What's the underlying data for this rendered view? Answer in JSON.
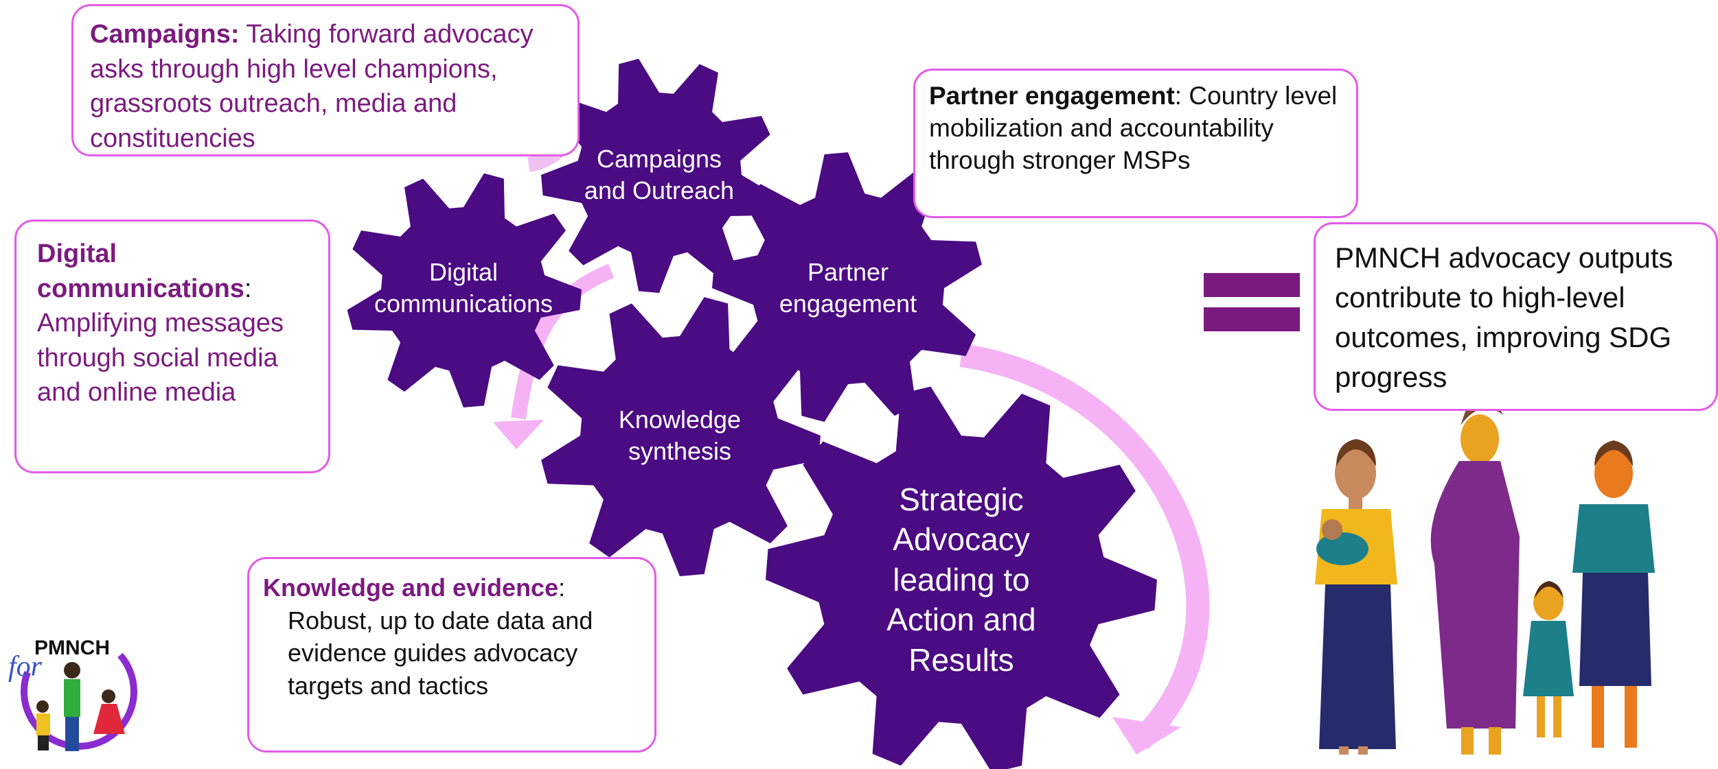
{
  "colors": {
    "gear": "#4b0b82",
    "accent_border": "#e35be8",
    "arrow": "#f0a6f0",
    "text_purple": "#7b1a7f",
    "equals": "#7a1a7f"
  },
  "gears": {
    "campaigns": "Campaigns and Outreach",
    "digital": "Digital communications",
    "partner": "Partner engagement",
    "knowledge": "Knowledge synthesis",
    "strategic": "Strategic Advocacy leading to Action and Results"
  },
  "boxes": {
    "campaigns": {
      "title": "Campaigns:",
      "text": "Taking forward advocacy asks through high level champions, grassroots outreach, media and constituencies"
    },
    "digital": {
      "title": "Digital communications",
      "sep": ":",
      "text": "Amplifying messages through social media and online media"
    },
    "partner": {
      "title": "Partner engagement",
      "sep": ":",
      "text": "Country level mobilization and accountability through stronger MSPs"
    },
    "knowledge": {
      "title": "Knowledge and evidence",
      "sep": ":",
      "text": "Robust, up to date data and evidence guides advocacy targets and tactics"
    },
    "outputs": {
      "text": "PMNCH advocacy outputs contribute to high-level outcomes, improving SDG progress"
    }
  },
  "logo": {
    "word": "PMNCH",
    "prefix": "for"
  },
  "icons": [
    "equals-sign-icon",
    "curved-arrow-icon",
    "women-and-children-illustration"
  ]
}
